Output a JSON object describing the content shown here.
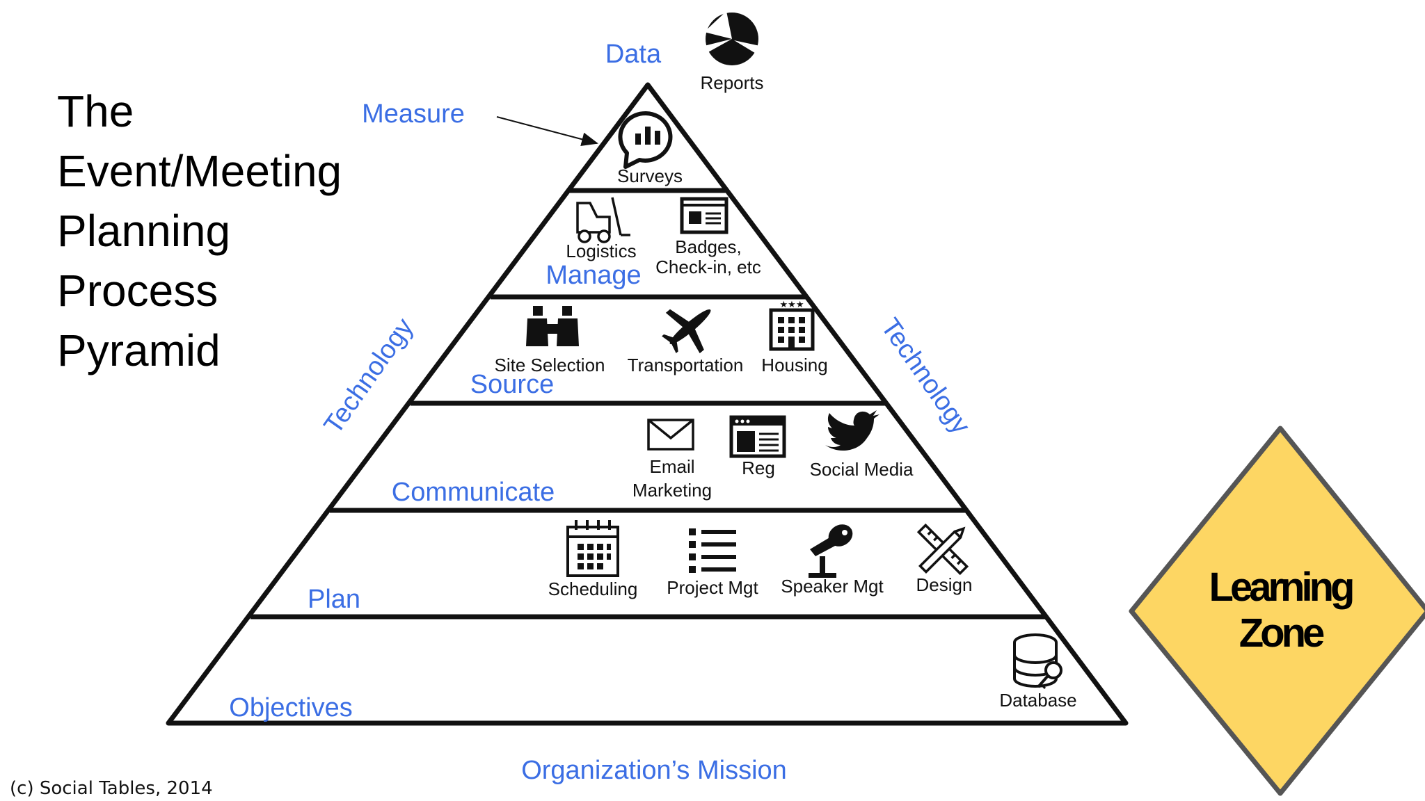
{
  "title_lines": [
    "The",
    "Event/Meeting",
    "Planning",
    "Process",
    "Pyramid"
  ],
  "top": {
    "data_label": "Data",
    "reports_label": "Reports",
    "reports_icon": "pie-chart-icon",
    "measure_label": "Measure"
  },
  "sides": {
    "left_label": "Technology",
    "right_label": "Technology"
  },
  "levels": {
    "measure": {
      "items": [
        {
          "icon": "survey-chat-icon",
          "label": "Surveys"
        }
      ]
    },
    "manage": {
      "name": "Manage",
      "items": [
        {
          "icon": "forklift-icon",
          "label": "Logistics"
        },
        {
          "icon": "badge-card-icon",
          "label_lines": [
            "Badges,",
            "Check-in, etc"
          ]
        }
      ]
    },
    "source": {
      "name": "Source",
      "items": [
        {
          "icon": "binoculars-icon",
          "label": "Site Selection"
        },
        {
          "icon": "airplane-icon",
          "label": "Transportation"
        },
        {
          "icon": "hotel-icon",
          "label": "Housing"
        }
      ]
    },
    "communicate": {
      "name": "Communicate",
      "items": [
        {
          "icon": "envelope-icon",
          "label_lines": [
            "Email",
            "Marketing"
          ]
        },
        {
          "icon": "browser-window-icon",
          "label": "Reg"
        },
        {
          "icon": "twitter-bird-icon",
          "label": "Social Media"
        }
      ]
    },
    "plan": {
      "name": "Plan",
      "items": [
        {
          "icon": "calendar-icon",
          "label": "Scheduling"
        },
        {
          "icon": "list-icon",
          "label": "Project Mgt"
        },
        {
          "icon": "microphone-icon",
          "label": "Speaker Mgt"
        },
        {
          "icon": "pencil-ruler-icon",
          "label": "Design"
        }
      ]
    },
    "objectives": {
      "name": "Objectives",
      "items": [
        {
          "icon": "database-key-icon",
          "label": "Database"
        }
      ]
    }
  },
  "base_label": "Organization’s Mission",
  "learning_zone": {
    "lines": [
      "Learning",
      "Zone"
    ],
    "color": "#fdd663"
  },
  "copyright": "(c) Social Tables, 2014",
  "colors": {
    "blue": "#3b6ee4",
    "outline": "#111111"
  }
}
